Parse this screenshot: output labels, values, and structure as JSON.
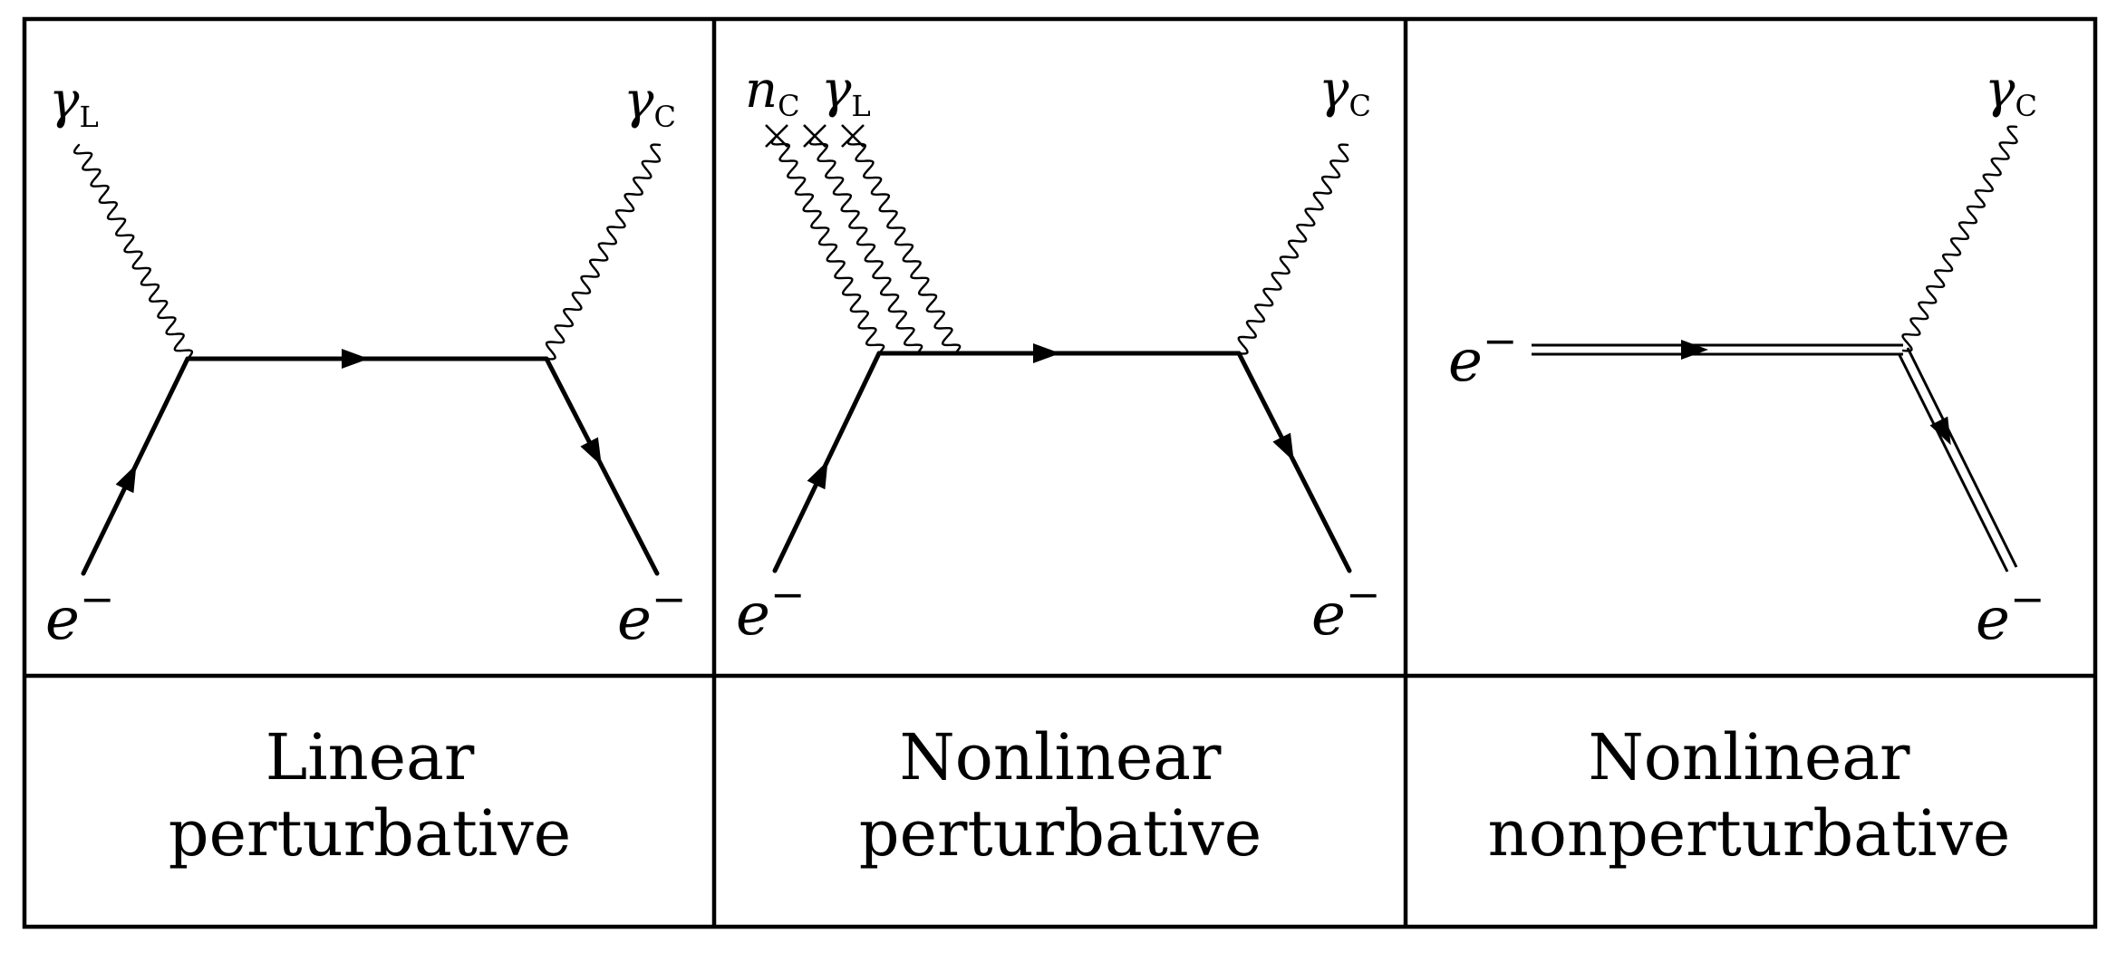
{
  "panels": [
    {
      "id": "linear-perturbative",
      "caption_lines": [
        "Linear",
        "perturbative"
      ],
      "labels": {
        "incoming_photon": {
          "symbol": "γ",
          "subscript": "L"
        },
        "outgoing_photon": {
          "symbol": "γ",
          "subscript": "C"
        },
        "incoming_electron": {
          "symbol": "e",
          "superscript": "−"
        },
        "outgoing_electron": {
          "symbol": "e",
          "superscript": "−"
        }
      }
    },
    {
      "id": "nonlinear-perturbative",
      "caption_lines": [
        "Nonlinear",
        "perturbative"
      ],
      "labels": {
        "photon_count": {
          "symbol": "n",
          "subscript": "C"
        },
        "incoming_photon": {
          "symbol": "γ",
          "subscript": "L"
        },
        "outgoing_photon": {
          "symbol": "γ",
          "subscript": "C"
        },
        "incoming_electron": {
          "symbol": "e",
          "superscript": "−"
        },
        "outgoing_electron": {
          "symbol": "e",
          "superscript": "−"
        }
      }
    },
    {
      "id": "nonlinear-nonperturbative",
      "caption_lines": [
        "Nonlinear",
        "nonperturbative"
      ],
      "labels": {
        "outgoing_photon": {
          "symbol": "γ",
          "subscript": "C"
        },
        "incoming_electron": {
          "symbol": "e",
          "superscript": "−"
        },
        "outgoing_electron": {
          "symbol": "e",
          "superscript": "−"
        }
      }
    }
  ]
}
